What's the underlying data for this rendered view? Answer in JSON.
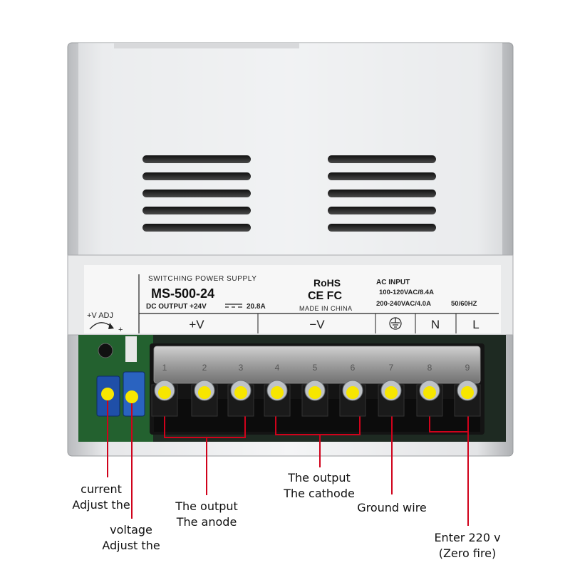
{
  "label_panel": {
    "title": "SWITCHING POWER SUPPLY",
    "model": "MS-500-24",
    "dc_output_prefix": "DC OUTPUT +24V",
    "dc_output_current": "20.8A",
    "certification": "RoHS",
    "cert_marks": "CE FC",
    "made_in": "MADE IN CHINA",
    "ac_input_title": "AC INPUT",
    "ac_input_line1": "100-120VAC/8.4A",
    "ac_input_line2": "200-240VAC/4.0A",
    "ac_freq": "50/60HZ",
    "terminal_headers": [
      "+V",
      "−V",
      "N",
      "L"
    ],
    "adj_label": "+V ADJ",
    "adj_plus": "+"
  },
  "terminals": {
    "numbers": [
      "1",
      "2",
      "3",
      "4",
      "5",
      "6",
      "7",
      "8",
      "9"
    ]
  },
  "callouts": {
    "current_line1": "current",
    "current_line2": "Adjust the",
    "voltage_line1": "voltage",
    "voltage_line2": "Adjust the",
    "anode_line1": "The output",
    "anode_line2": "The anode",
    "cathode_line1": "The output",
    "cathode_line2": "The cathode",
    "ground": "Ground wire",
    "input_line1": "Enter 220 v",
    "input_line2": "(Zero fire)"
  },
  "colors": {
    "marker": "#f7e600",
    "leader": "#d0021b",
    "case": "#d9dadc"
  },
  "icons": {
    "ground": "ground-symbol-icon"
  }
}
